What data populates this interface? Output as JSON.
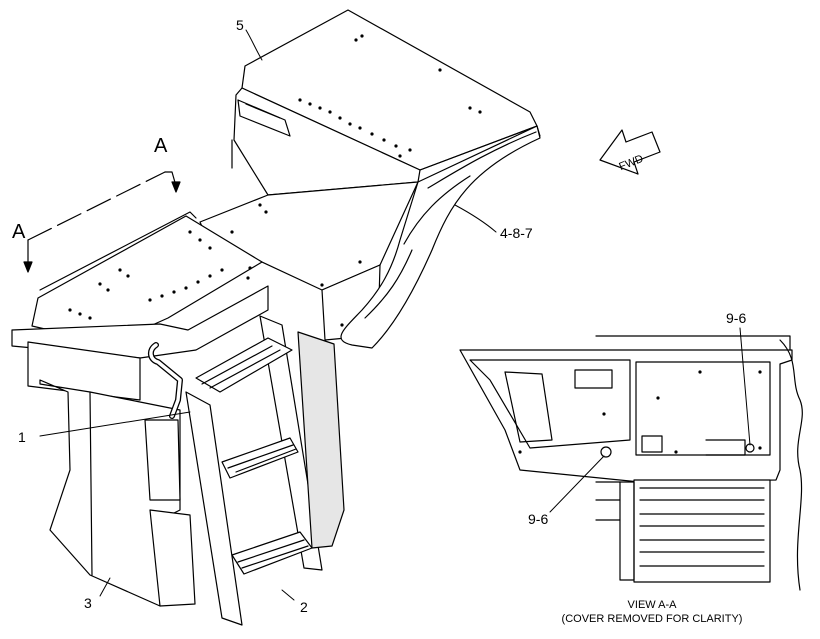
{
  "callouts": {
    "item_1": "1",
    "item_2": "2",
    "item_3": "3",
    "item_4_8_7": "4-8-7",
    "item_5": "5",
    "item_9_6_top": "9-6",
    "item_9_6_bottom": "9-6"
  },
  "section_marks": {
    "left": "A",
    "top": "A"
  },
  "direction": {
    "fwd": "FWD"
  },
  "view": {
    "title": "VIEW A-A",
    "note": "(COVER REMOVED FOR CLARITY)"
  },
  "colors": {
    "line": "#000000",
    "background": "#ffffff"
  }
}
